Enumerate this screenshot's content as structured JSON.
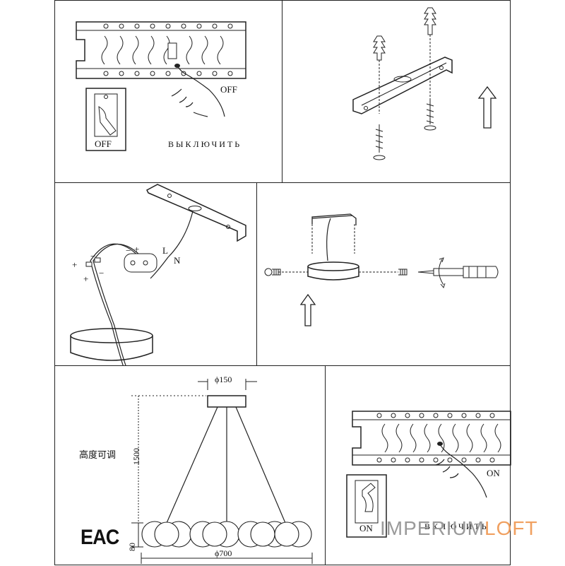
{
  "step1": {
    "switch_label": "OFF",
    "box_label": "OFF",
    "caption": "ВЫКЛЮЧИТЬ"
  },
  "step3": {
    "live_label": "L",
    "neutral_label": "N",
    "plus": "+",
    "minus": "−"
  },
  "step5": {
    "canopy_diameter": "ϕ150",
    "drop_height": "1500",
    "ring_diameter": "ϕ700",
    "ring_height": "80",
    "adjustable_text": "高度可调",
    "certification_mark": "EAC"
  },
  "step6": {
    "switch_label": "ON",
    "box_label": "ON",
    "caption": "ВКЛЮЧИТЬ"
  },
  "watermark": {
    "part1": "IMPERIUM",
    "part2": "LOFT"
  },
  "colors": {
    "line": "#222222",
    "watermark_gray": "#9a9a9a",
    "watermark_orange": "#f0a060"
  }
}
